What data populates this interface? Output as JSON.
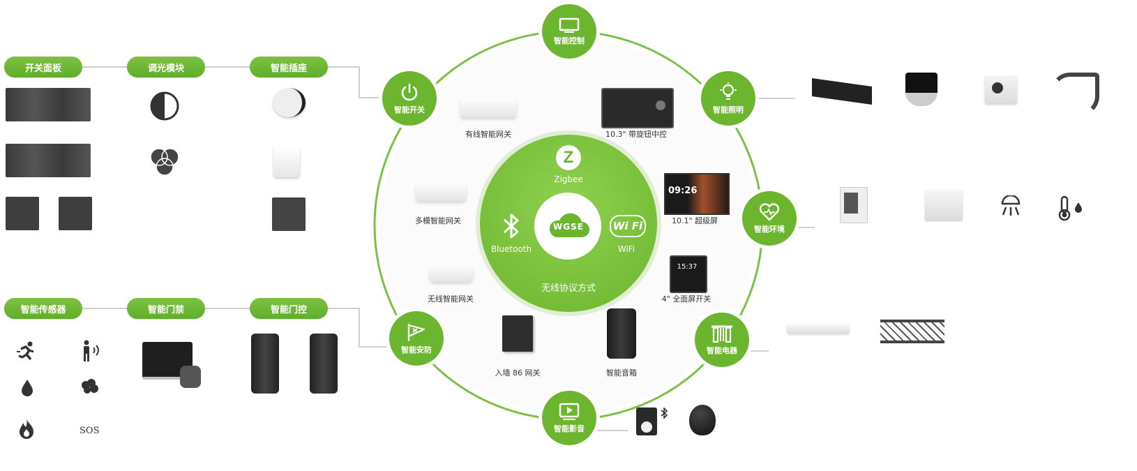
{
  "center": {
    "brand": "WGSE",
    "zigbee": "Zigbee",
    "bluetooth": "Bluetooth",
    "wifi": "WiFi",
    "caption": "无线协议方式"
  },
  "hubs": {
    "control": "智能控制",
    "lighting": "智能照明",
    "environment": "智能环境",
    "appliance": "智能电器",
    "media": "智能影音",
    "security": "智能安防",
    "switch": "智能开关"
  },
  "devices": {
    "wired_gateway": "有线智能网关",
    "panel_10_3": "10.3\" 带旋钮中控",
    "multi_gateway": "多模智能网关",
    "screen_10_1": "10.1\" 超级屏",
    "wireless_gateway": "无线智能网关",
    "switch_4": "4\" 全面屏开关",
    "wall_86": "入墙 86 网关",
    "speaker": "智能音箱",
    "screen_time_1": "09:26",
    "screen_time_2": "15:37"
  },
  "left_top_pills": {
    "switch_panel": "开关面板",
    "dimmer": "调光模块",
    "socket": "智能插座"
  },
  "left_bottom_pills": {
    "sensor": "智能传感器",
    "doorbell": "智能门禁",
    "lock": "智能门控"
  },
  "sensor_sos": "SOS",
  "colors": {
    "green": "#6cb52f",
    "green_light": "#8ccf4d",
    "ring": "#7cc043",
    "device_dark": "#3c3c3c"
  }
}
